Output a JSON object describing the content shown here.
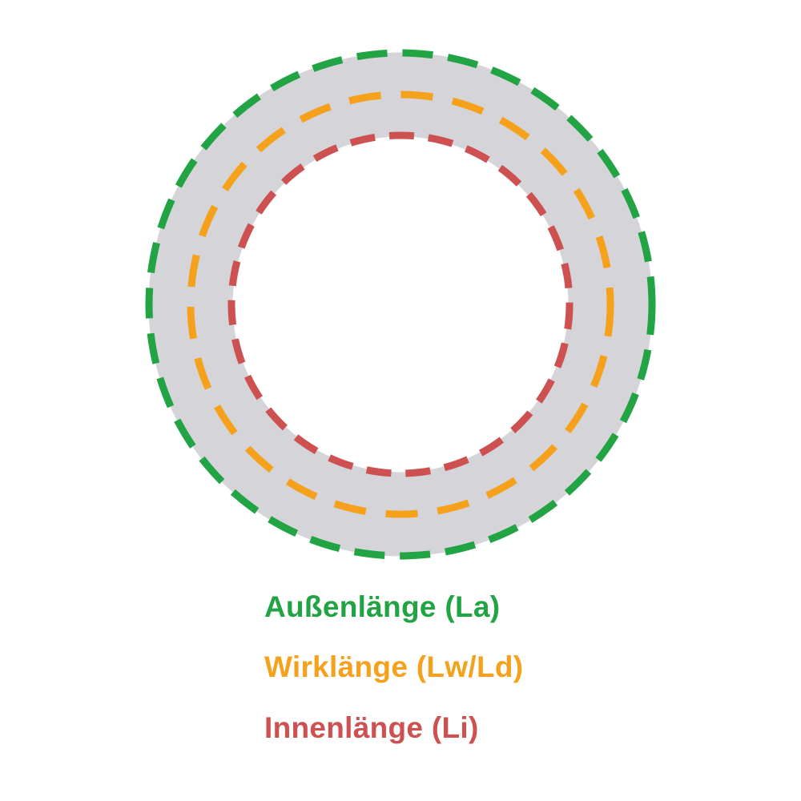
{
  "diagram": {
    "title": "v-belt-length-diagram",
    "belt_ring_color": "#D4D4D9",
    "circles": {
      "outer": {
        "semantic": "Außenlänge (La)",
        "color": "#22A344"
      },
      "effective": {
        "semantic": "Wirklänge (Lw/Ld)",
        "color": "#F5A11C"
      },
      "inner": {
        "semantic": "Innenlänge (Li)",
        "color": "#CC5150"
      }
    }
  },
  "legend": {
    "items": [
      {
        "label": "Außenlänge (La)",
        "color": "#22A344"
      },
      {
        "label": "Wirklänge (Lw/Ld)",
        "color": "#F5A11C"
      },
      {
        "label": "Innenlänge (Li)",
        "color": "#CC5150"
      }
    ]
  }
}
